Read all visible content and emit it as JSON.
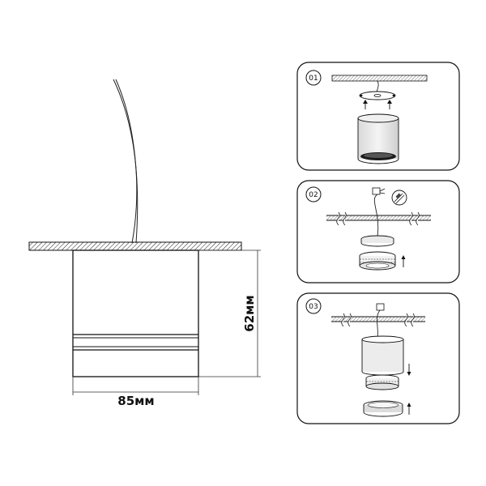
{
  "main_drawing": {
    "width_label": "85мм",
    "height_label": "62мм"
  },
  "steps": [
    {
      "number": "01"
    },
    {
      "number": "02"
    },
    {
      "number": "03"
    }
  ],
  "colors": {
    "line": "#1a1a1a",
    "panel_border": "#1a1a1a",
    "wire": "#222222",
    "dim_line": "#333333"
  }
}
